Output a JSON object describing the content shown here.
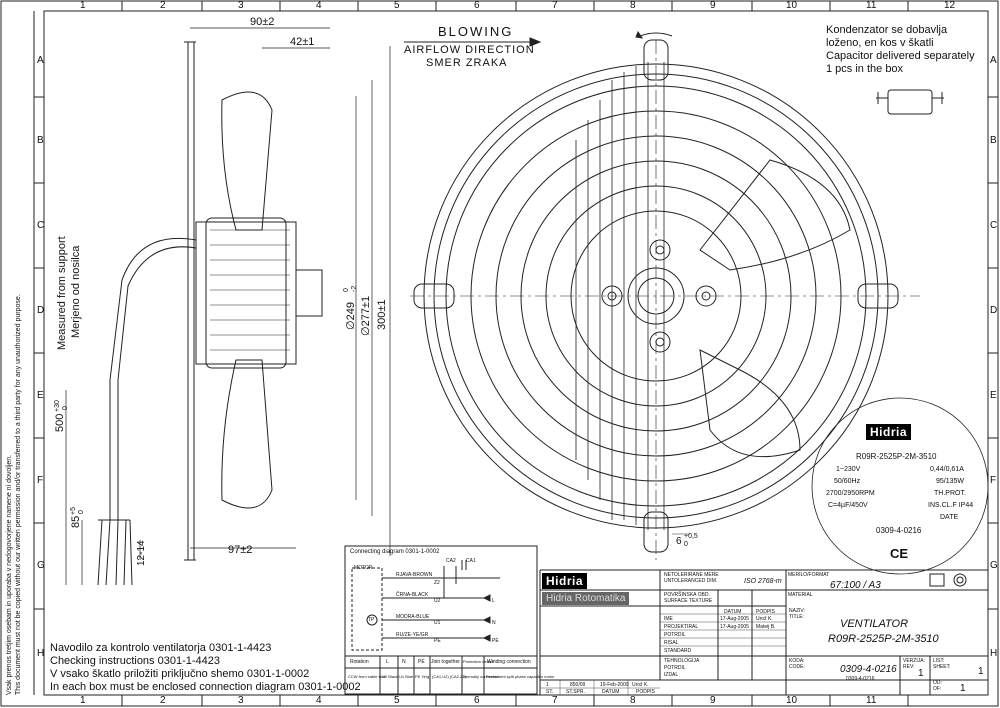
{
  "grid": {
    "columns": [
      "1",
      "2",
      "3",
      "4",
      "5",
      "6",
      "7",
      "8",
      "9",
      "10",
      "11",
      "12"
    ],
    "rows": [
      "A",
      "B",
      "C",
      "D",
      "E",
      "F",
      "G",
      "H"
    ]
  },
  "side_view": {
    "dim_top_outer": "90±2",
    "dim_top_inner": "42±1",
    "dim_bottom": "97±2",
    "dim_d1": "∅249",
    "dim_d1_tol": "0",
    "dim_d1_tol2": "-2",
    "dim_d2": "∅277±1",
    "dim_d3": "300±1",
    "measured_en": "Measured from support",
    "measured_si": "Merjeno od nosilca",
    "cable_length": "500",
    "cable_length_tol": "+30",
    "cable_length_tol2": "0",
    "strip_length": "85",
    "strip_length_tol": "+5",
    "strip_length_tol2": "0",
    "ferrule": "12-14"
  },
  "airflow": {
    "line1": "BLOWING",
    "line2": "AIRFLOW DIRECTION",
    "line3": "SMER ZRAKA"
  },
  "capacitor_note": [
    "Kondenzator se dobavlja",
    "loženo, en kos v škatli",
    "Capacitor delivered separately",
    "1 pcs in the box"
  ],
  "front_view": {
    "slot_dim": "6",
    "slot_dim_tol": "+0,5",
    "slot_dim_tol2": "0"
  },
  "label": {
    "brand": "Hidria",
    "model": "R09R-2525P-2M-3510",
    "left": [
      "1~230V",
      "50/60Hz",
      "2700/2950RPM",
      "C=4µF/450V"
    ],
    "right": [
      "0,44/0,61A",
      "95/135W",
      "TH.PROT.",
      "INS.CL.F IP44",
      "DATE"
    ],
    "code": "0309-4-0216",
    "ce": "CE"
  },
  "connection": {
    "title": "Connecting diagram 0301-1-0002",
    "motor": "MOTOR",
    "ca": [
      "CA2",
      "CA1"
    ],
    "wires": [
      "RJAVA-BROWN",
      "ČRNA-BLACK",
      "MODRA-BLUE",
      "RU/ZE-YE/GR"
    ],
    "terms": [
      "Z2",
      "U2",
      "U1",
      "PE"
    ],
    "lines": [
      "L",
      "N",
      "PE"
    ],
    "tp": "TP",
    "table_head": [
      "Rotation",
      "L",
      "N",
      "PE",
      "Join together",
      "Protection device",
      "Winding connection"
    ],
    "table_row": [
      "CCW from cable side",
      "U2 Black",
      "U1 Blue",
      "PE Ye/gr",
      "(CA1,U2) (CA2,Z2)",
      "internally connected",
      "Permanent split phase capacitor motor"
    ]
  },
  "notes": [
    "Navodilo za kontrolo ventilatorja 0301-1-4423",
    "Checking instructions 0301-1-4423",
    "V vsako škatlo priložiti priključno shemo 0301-1-0002",
    "In each box must be enclosed connection diagram 0301-1-0002"
  ],
  "copyright": [
    "Vsak prenos tretjim osebam in uporaba v nedogovorjene namene ni dovoljen.",
    "This document must not be copied without our written permission and/or transferred to a third party for any unauthorized purpose."
  ],
  "title_block": {
    "brand": "Hidria",
    "brand2": "Hidria Rotomatika",
    "netol": "NETOLERIRANE MERE",
    "untol": "UNTOLERANCED DIM.",
    "iso": "ISO 2768-m",
    "povr": "POVRŠINSKA OBD.",
    "surface": "SURFACE TEXTURE",
    "merilo": "MERILO/FORMAT",
    "scale": "67:100 / A3",
    "material": "MATERIAL",
    "datum": "DATUM",
    "podpis": "PODPIS",
    "ime": "IME",
    "date1": "17-Aug-2005",
    "sign1": "Urož K.",
    "projektiral": "PROJEKTIRAL",
    "date2": "17-Aug-2005",
    "sign2": "Mateij B.",
    "rows": [
      "POTRDIL",
      "RISAL",
      "STANDARD",
      "TEHNOLOGIJA",
      "POTRDIL",
      "IZDAL"
    ],
    "naziv": "NAZIV:",
    "title_label": "TITLE:",
    "title1": "VENTILATOR",
    "title2": "R09R-2525P-2M-3510",
    "koda": "KODA:",
    "code_label": "CODE:",
    "code": "0309-4-0216",
    "code_small": "0309-4-0216",
    "verzija": "VERZIJA:",
    "rev": "REV:",
    "rev_val": "1",
    "list": "LIST:",
    "sheet": "SHEET:",
    "sheet_val": "1",
    "od": "OD:",
    "of": "OF:",
    "of_val": "1",
    "change_row": [
      "1",
      "850/09",
      "19-Feb-2009",
      "Urož K."
    ],
    "change_head": [
      "ST.",
      "ST.SPR.",
      "DATUM",
      "PODPIS"
    ]
  }
}
